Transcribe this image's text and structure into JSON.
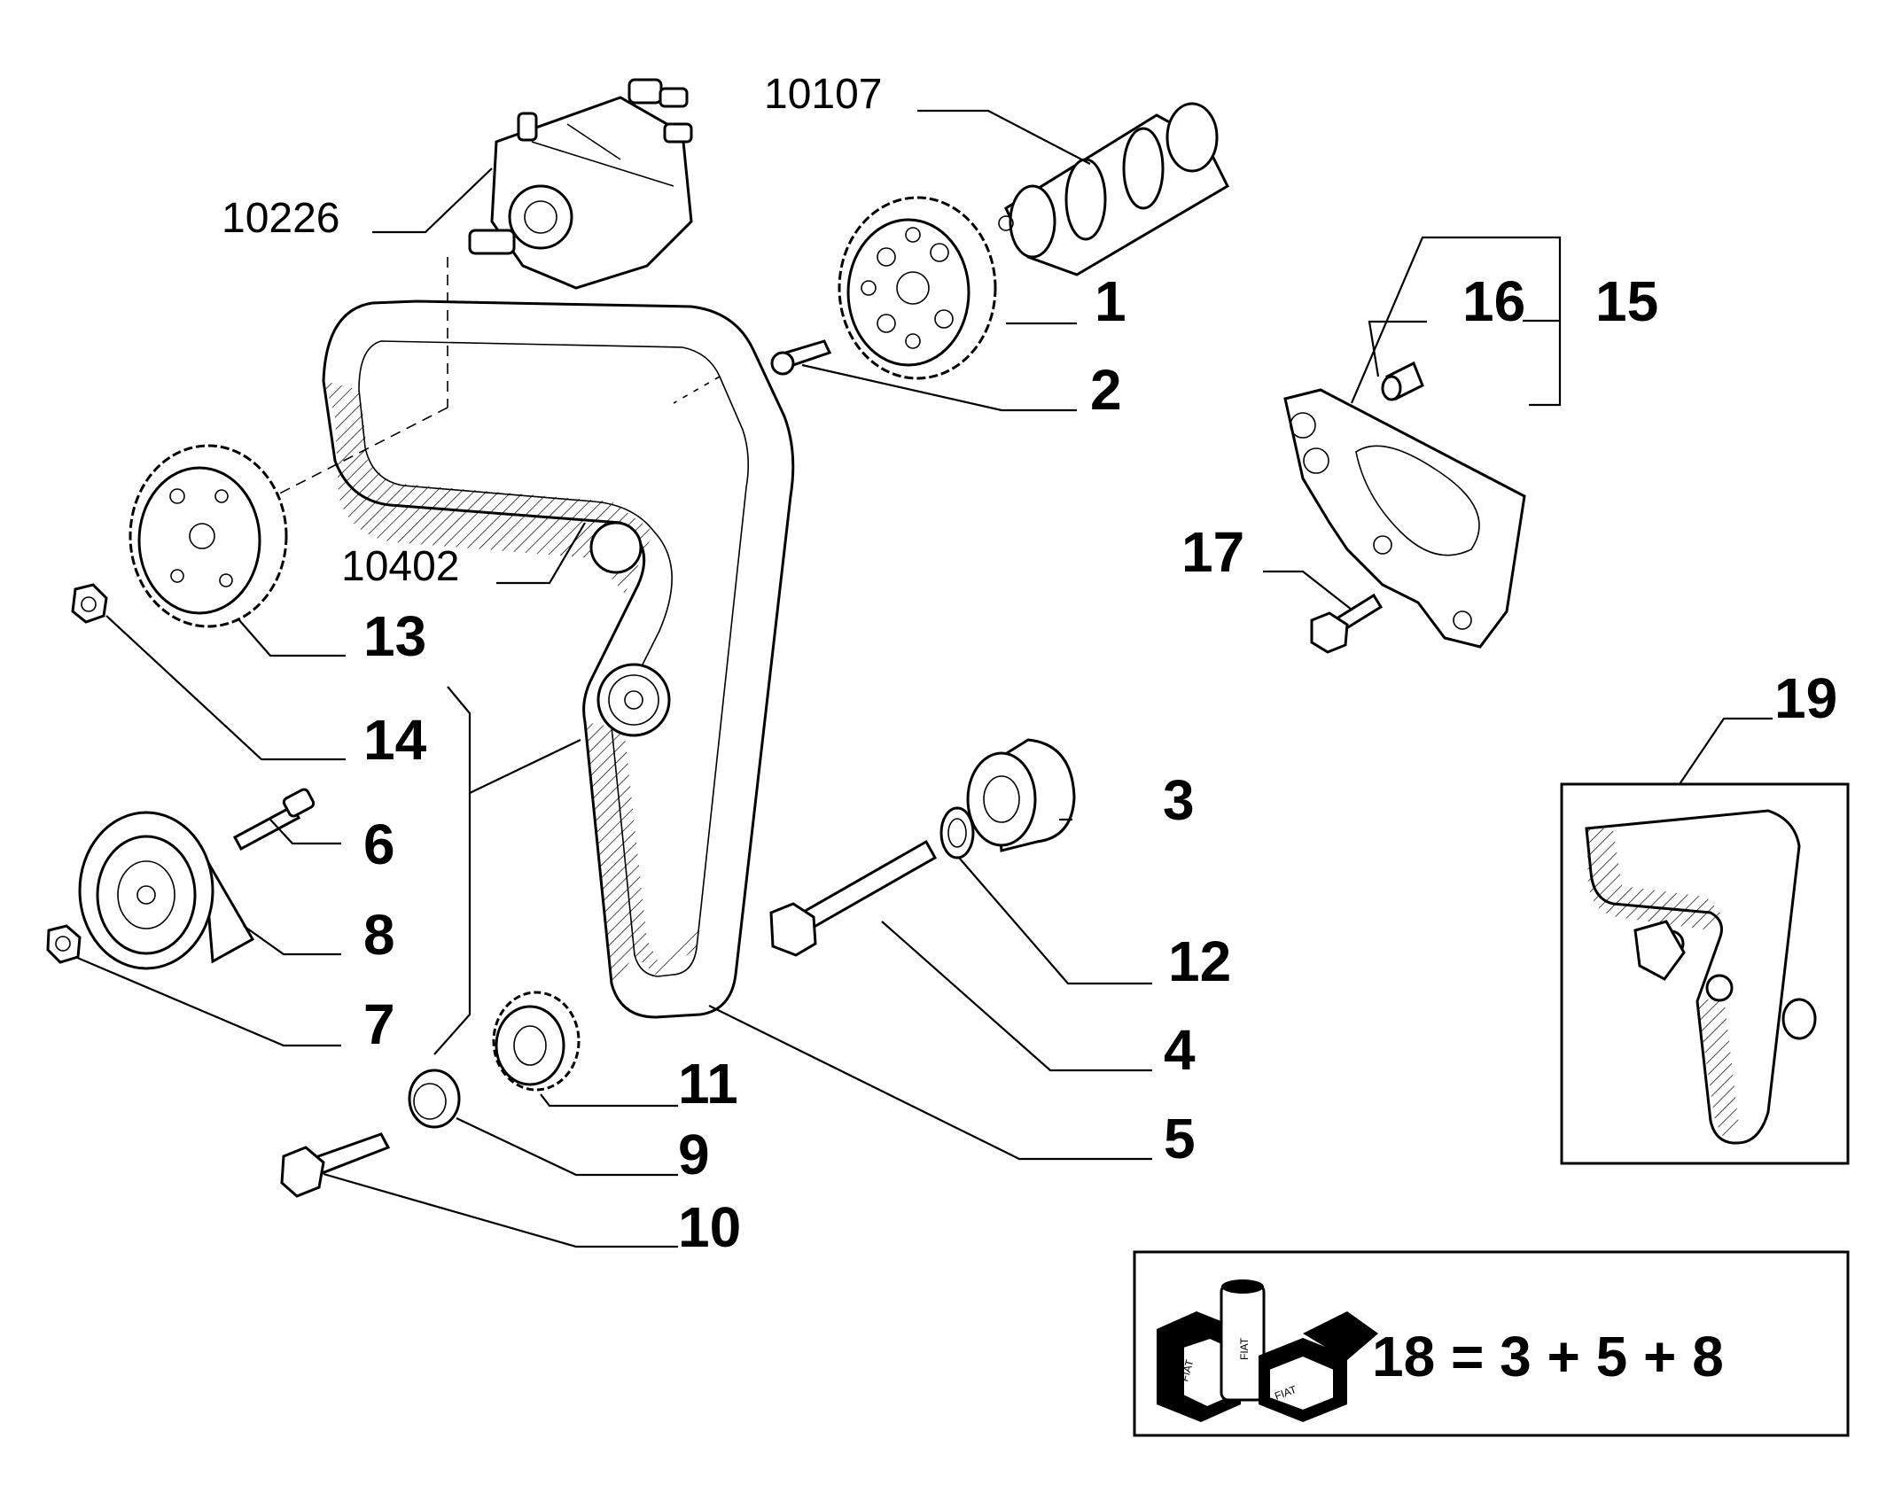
{
  "references": {
    "ref_10107": "10107",
    "ref_10226": "10226",
    "ref_10402": "10402"
  },
  "labels": {
    "l1": "1",
    "l2": "2",
    "l3": "3",
    "l4": "4",
    "l5": "5",
    "l6": "6",
    "l7": "7",
    "l8": "8",
    "l9": "9",
    "l10": "10",
    "l11": "11",
    "l12": "12",
    "l13": "13",
    "l14": "14",
    "l15": "15",
    "l16": "16",
    "l17": "17",
    "l19": "19"
  },
  "kit": {
    "equation": "18 = 3 + 5 + 8",
    "logo_text": "FIAT"
  }
}
